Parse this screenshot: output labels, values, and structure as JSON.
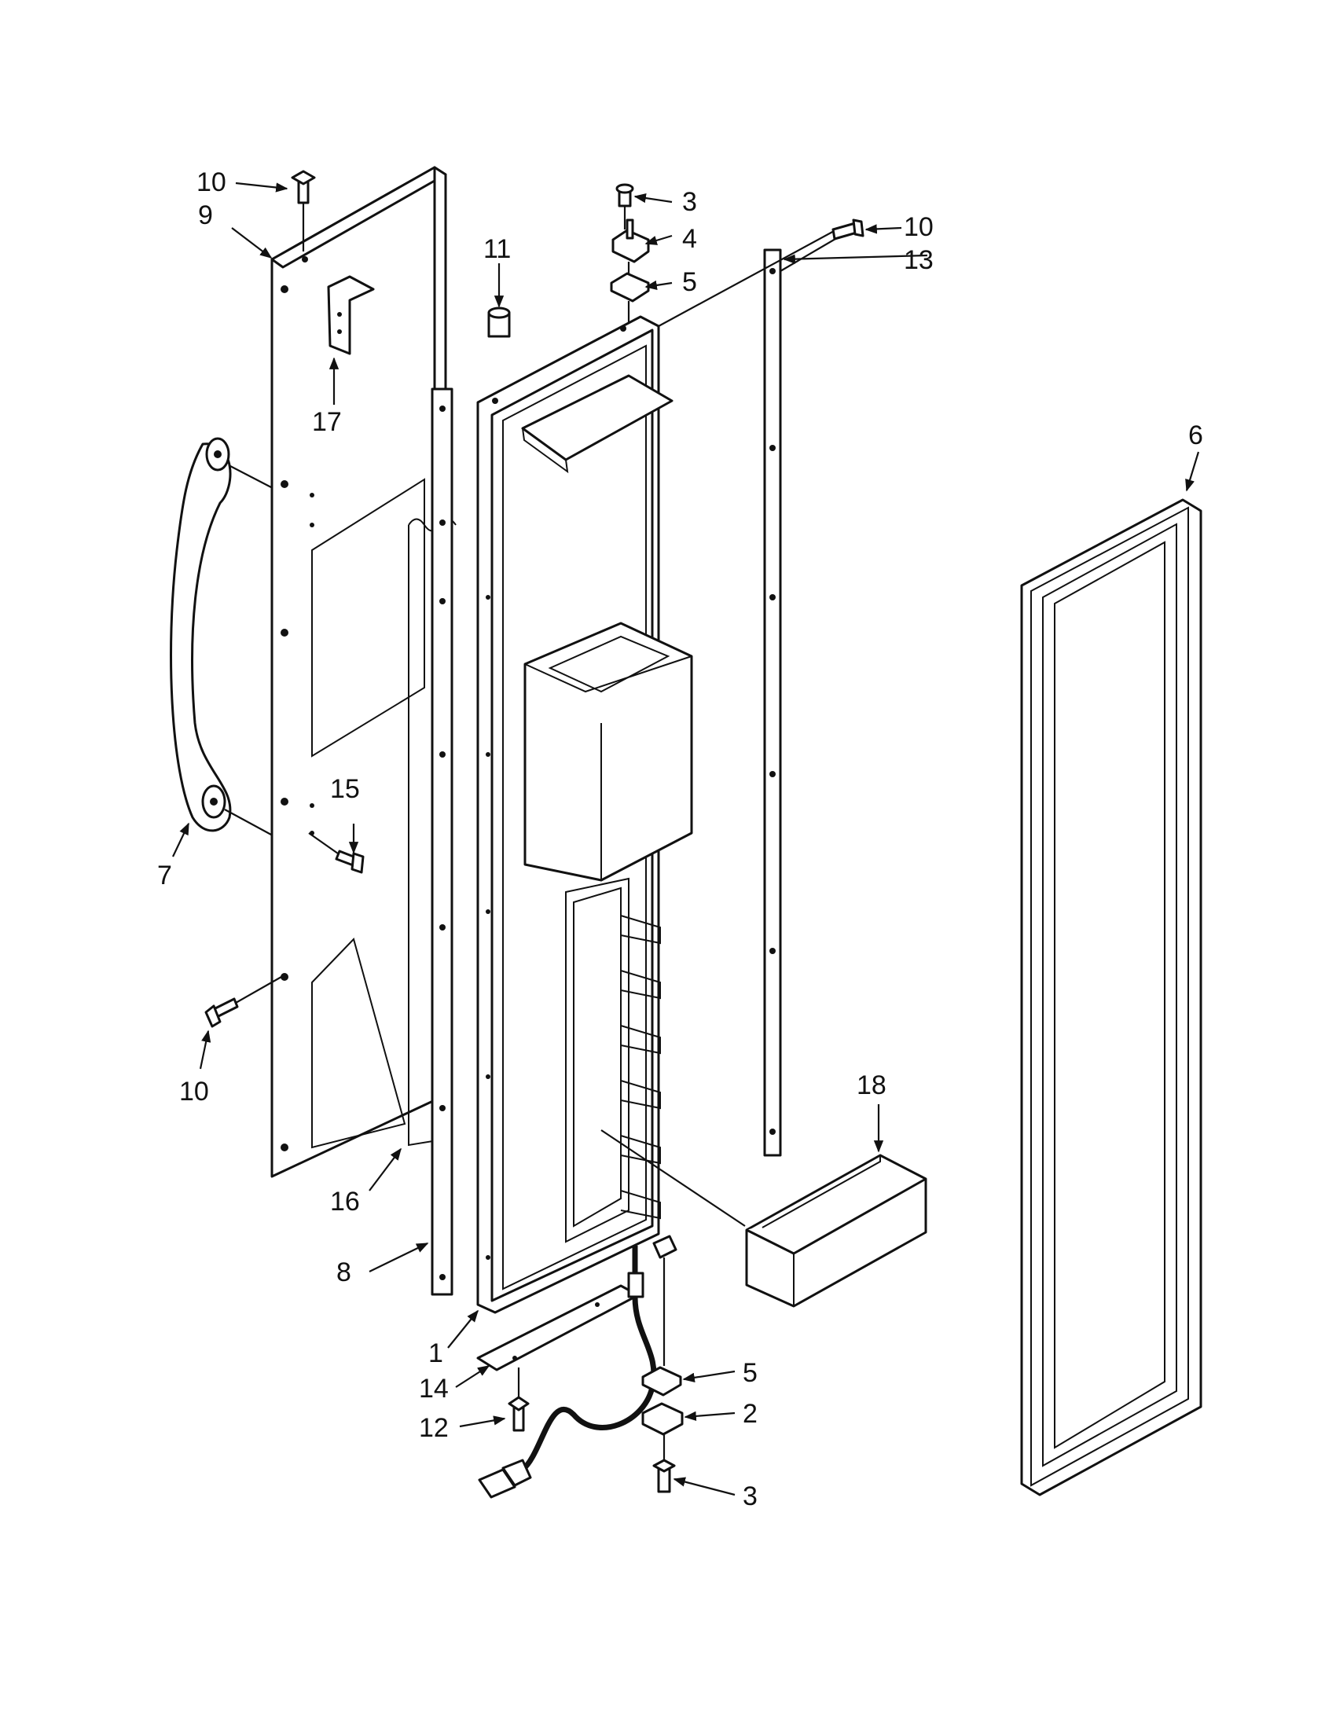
{
  "diagram": {
    "callouts": [
      {
        "id": "c1",
        "label": "1"
      },
      {
        "id": "c2",
        "label": "2"
      },
      {
        "id": "c3a",
        "label": "3"
      },
      {
        "id": "c3b",
        "label": "3"
      },
      {
        "id": "c4",
        "label": "4"
      },
      {
        "id": "c5a",
        "label": "5"
      },
      {
        "id": "c5b",
        "label": "5"
      },
      {
        "id": "c6",
        "label": "6"
      },
      {
        "id": "c7",
        "label": "7"
      },
      {
        "id": "c8",
        "label": "8"
      },
      {
        "id": "c9",
        "label": "9"
      },
      {
        "id": "c10a",
        "label": "10"
      },
      {
        "id": "c10b",
        "label": "10"
      },
      {
        "id": "c10c",
        "label": "10"
      },
      {
        "id": "c11",
        "label": "11"
      },
      {
        "id": "c12",
        "label": "12"
      },
      {
        "id": "c13",
        "label": "13"
      },
      {
        "id": "c14",
        "label": "14"
      },
      {
        "id": "c15",
        "label": "15"
      },
      {
        "id": "c16",
        "label": "16"
      },
      {
        "id": "c17",
        "label": "17"
      },
      {
        "id": "c18",
        "label": "18"
      }
    ]
  }
}
